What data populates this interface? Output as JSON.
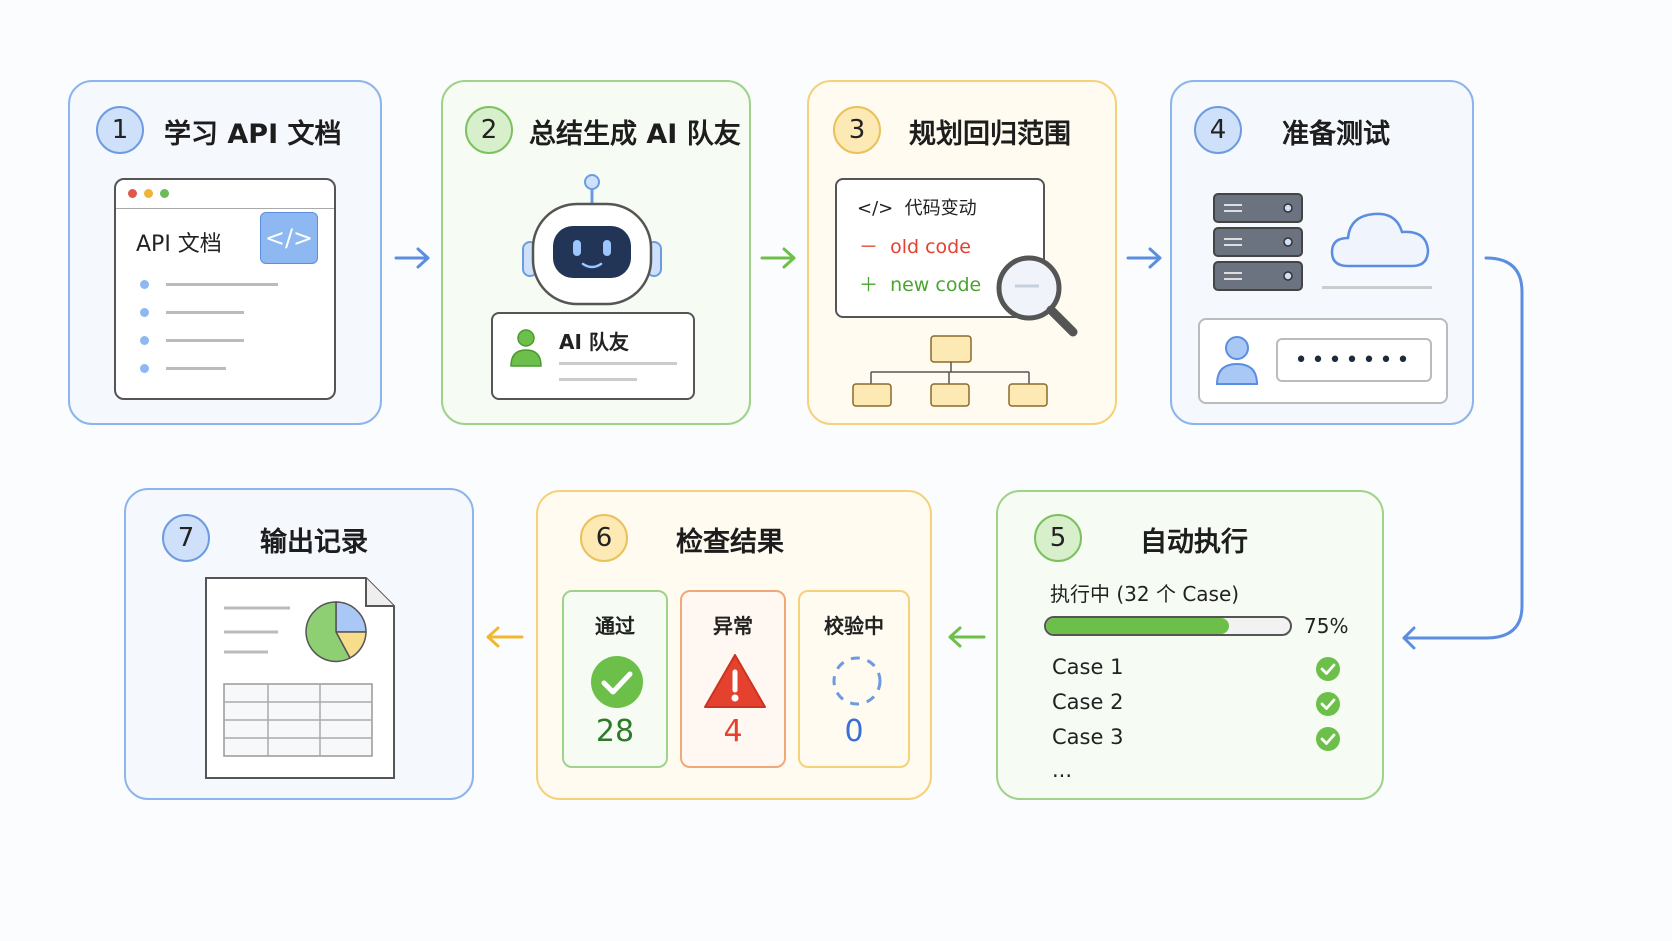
{
  "steps": [
    {
      "num": "1",
      "title": "学习 API 文档"
    },
    {
      "num": "2",
      "title": "总结生成 AI 队友"
    },
    {
      "num": "3",
      "title": "规划回归范围"
    },
    {
      "num": "4",
      "title": "准备测试"
    },
    {
      "num": "5",
      "title": "自动执行"
    },
    {
      "num": "6",
      "title": "检查结果"
    },
    {
      "num": "7",
      "title": "输出记录"
    }
  ],
  "step1": {
    "doc_label": "API 文档",
    "code_icon": "</>"
  },
  "step2": {
    "teammate_label": "AI 队友"
  },
  "step3": {
    "header": "</>  代码变动",
    "removed": "－  old code",
    "added": "＋  new code"
  },
  "step4": {
    "password_mask": "•••••••"
  },
  "step5": {
    "running_label": "执行中 (32 个 Case)",
    "progress_text": "75%",
    "progress_value": 0.75,
    "cases": [
      "Case 1",
      "Case 2",
      "Case 3"
    ],
    "more": "..."
  },
  "step6": {
    "results": [
      {
        "label": "通过",
        "count": "28"
      },
      {
        "label": "异常",
        "count": "4"
      },
      {
        "label": "校验中",
        "count": "0"
      }
    ]
  },
  "colors": {
    "blue": "#5b8ee0",
    "green": "#6cc04a",
    "yellow": "#f0b733",
    "red": "#e5412f"
  }
}
